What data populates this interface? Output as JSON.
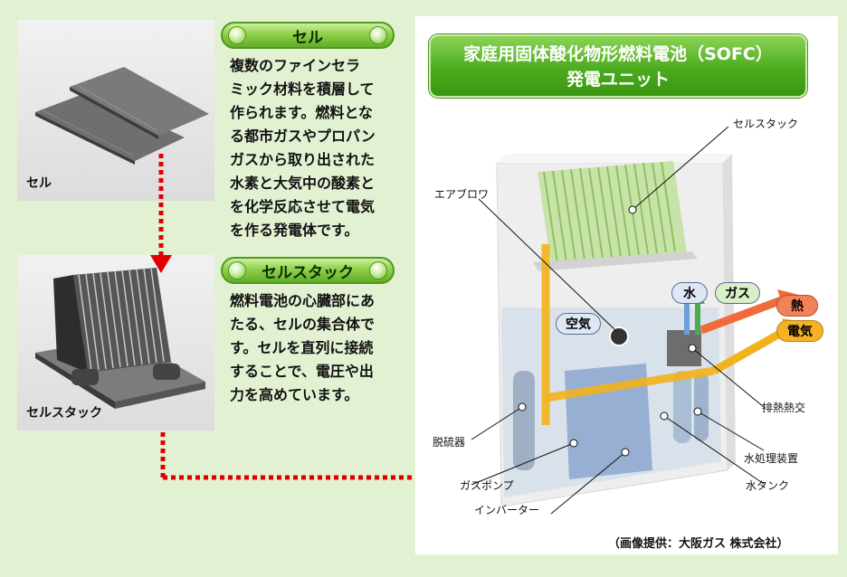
{
  "left": {
    "cell_photo": {
      "caption": "セル"
    },
    "stack_photo": {
      "caption": "セルスタック"
    },
    "cell_section": {
      "heading": "セル",
      "lines": [
        "複数のファインセラ",
        "ミック材料を積層して",
        "作られます。燃料とな",
        "る都市ガスやプロパン",
        "ガスから取り出された",
        "水素と大気中の酸素と",
        "を化学反応させて電気",
        "を作る発電体です。"
      ]
    },
    "stack_section": {
      "heading": "セルスタック",
      "lines": [
        "燃料電池の心臓部にあ",
        "たる、セルの集合体で",
        "す。セルを直列に接続",
        "することで、電圧や出",
        "力を高めています。"
      ]
    }
  },
  "right": {
    "title_line1": "家庭用固体酸化物形燃料電池（SOFC）",
    "title_line2": "発電ユニット",
    "labels": {
      "cell_stack": "セルスタック",
      "air_blower": "エアブロワ",
      "exhaust_heat": "排熱熱交",
      "desulfurizer": "脱硫器",
      "water_treatment": "水処理装置",
      "gas_pump": "ガスポンプ",
      "water_tank": "水タンク",
      "inverter": "インバーター"
    },
    "chips": {
      "water": "水",
      "gas": "ガス",
      "heat": "熱",
      "electricity": "電気",
      "air": "空気"
    },
    "credit": "（画像提供：大阪ガス 株式会社）"
  },
  "colors": {
    "background": "#e3f1d3",
    "title_green": "#4cac1e",
    "arrow_red": "#e00000",
    "flow_orange": "#f2b21b"
  }
}
